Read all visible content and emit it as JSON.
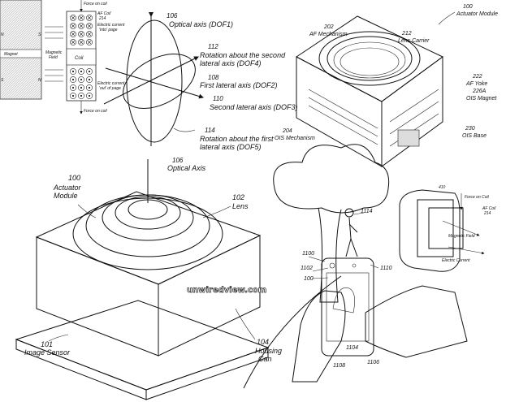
{
  "panel_magnet": {
    "force_top": "Force on coil",
    "af_coil": "AF Coil",
    "af_coil_num": "214",
    "current_into": "Electric current\n'into' page",
    "magnet": "Magnet",
    "magnetic_field": "Magnetic\nField",
    "coil": "Coil",
    "current_out": "Electric current\n'out' of page",
    "force_bottom": "Force on coil",
    "pole_n_top": "N",
    "pole_s_top": "S",
    "pole_s_bot": "S",
    "pole_n_bot": "N"
  },
  "panel_axes": {
    "num_106": "106",
    "optical_axis": "Optical axis (DOF1)",
    "num_112": "112",
    "rot_second": "Rotation about the second\nlateral axis (DOF4)",
    "num_108": "108",
    "first_lateral": "First lateral axis (DOF2)",
    "num_110": "110",
    "second_lateral": "Second lateral axis (DOF3)",
    "num_114": "114",
    "rot_first": "Rotation about the first\nlateral axis (DOF5)"
  },
  "panel_actuator_module": {
    "num_100": "100",
    "actuator_module": "Actuator Module",
    "num_202": "202",
    "af_mechanism": "AF Mechanism",
    "num_212": "212",
    "lens_carrier": "Lens Carrier",
    "num_222": "222",
    "af_yoke": "AF Yoke",
    "num_226a": "226A",
    "ois_magnet": "OIS Magnet",
    "num_204": "204",
    "ois_mechanism": "OIS Mechanism",
    "num_230": "230",
    "ois_base": "OIS Base"
  },
  "panel_camera": {
    "num_106": "106",
    "optical_axis": "Optical Axis",
    "num_100": "100",
    "actuator_module": "Actuator\nModule",
    "num_102": "102",
    "lens": "Lens",
    "num_101": "101",
    "image_sensor": "Image Sensor",
    "num_104": "104",
    "housing_can": "Housing\nCan",
    "watermark": "unwiredview.com"
  },
  "panel_phone": {
    "num_1114": "1114",
    "num_1100": "1100",
    "num_1102": "1102",
    "num_100": "100",
    "num_1110": "1110",
    "num_1104": "1104",
    "num_1108": "1108",
    "num_1106": "1106"
  },
  "panel_coil_detail": {
    "force_on_coil": "Force on Coil",
    "af_coil": "AF Coil",
    "af_coil_num": "214",
    "magnetic_field": "Magnetic Field",
    "electric_current": "Electric Current",
    "num_410": "410"
  }
}
